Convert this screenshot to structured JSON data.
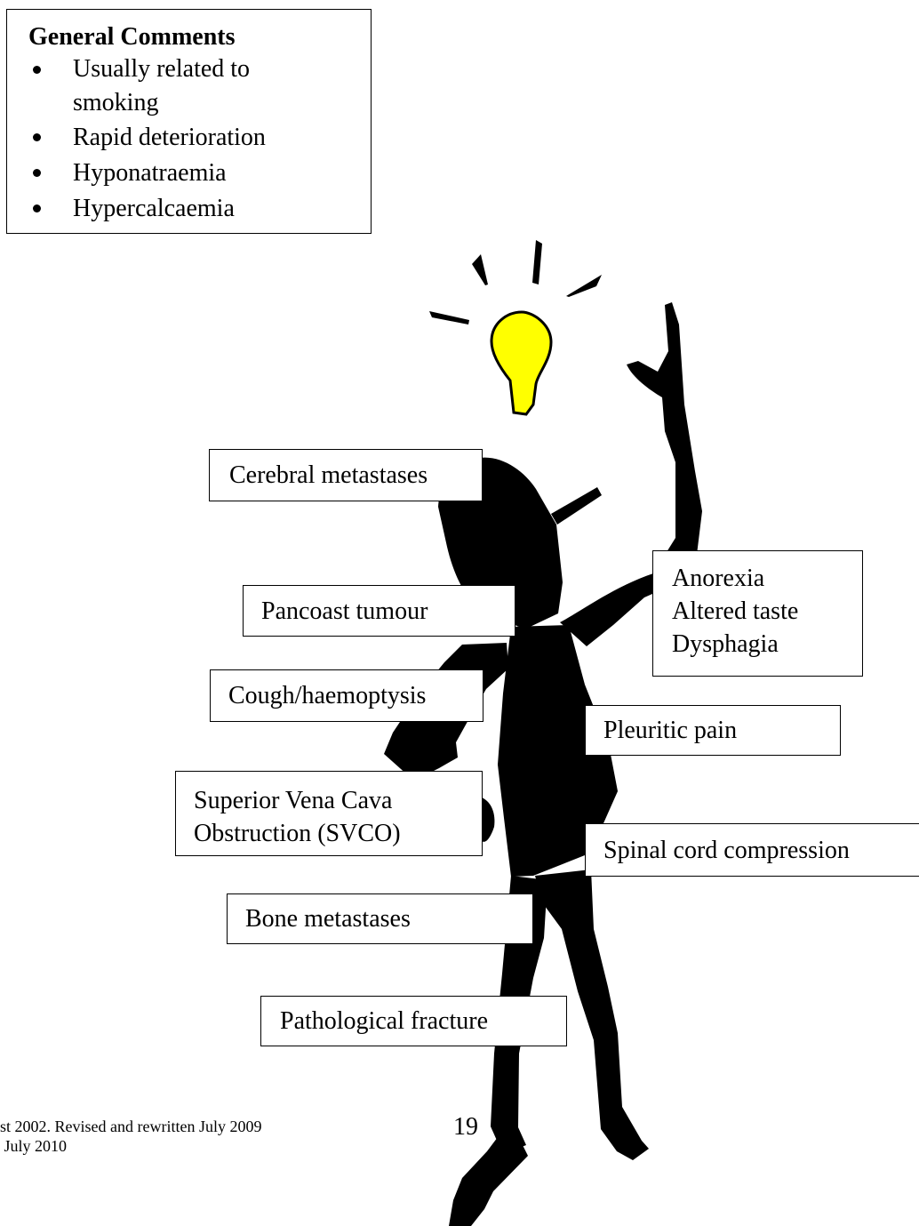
{
  "general_comments": {
    "title": "General Comments",
    "items": [
      "Usually related to smoking",
      "Rapid deterioration",
      "Hyponatraemia",
      "Hypercalcaemia"
    ]
  },
  "labels": {
    "cerebral": "Cerebral metastases",
    "pancoast": "Pancoast tumour",
    "cough": "Cough/haemoptysis",
    "svco_line1": "Superior Vena Cava",
    "svco_line2": "Obstruction (SVCO)",
    "bone": "Bone metastases",
    "fracture": "Pathological fracture",
    "anorexia": "Anorexia",
    "altered_taste": "Altered taste",
    "dysphagia": "Dysphagia",
    "pleuritic": "Pleuritic pain",
    "spinal": "Spinal cord compression"
  },
  "footer": {
    "line1": "st 2002.  Revised and rewritten July 2009",
    "line2": " July 2010"
  },
  "page_number": "19",
  "colors": {
    "bulb": "#ffff00",
    "figure": "#000000"
  }
}
